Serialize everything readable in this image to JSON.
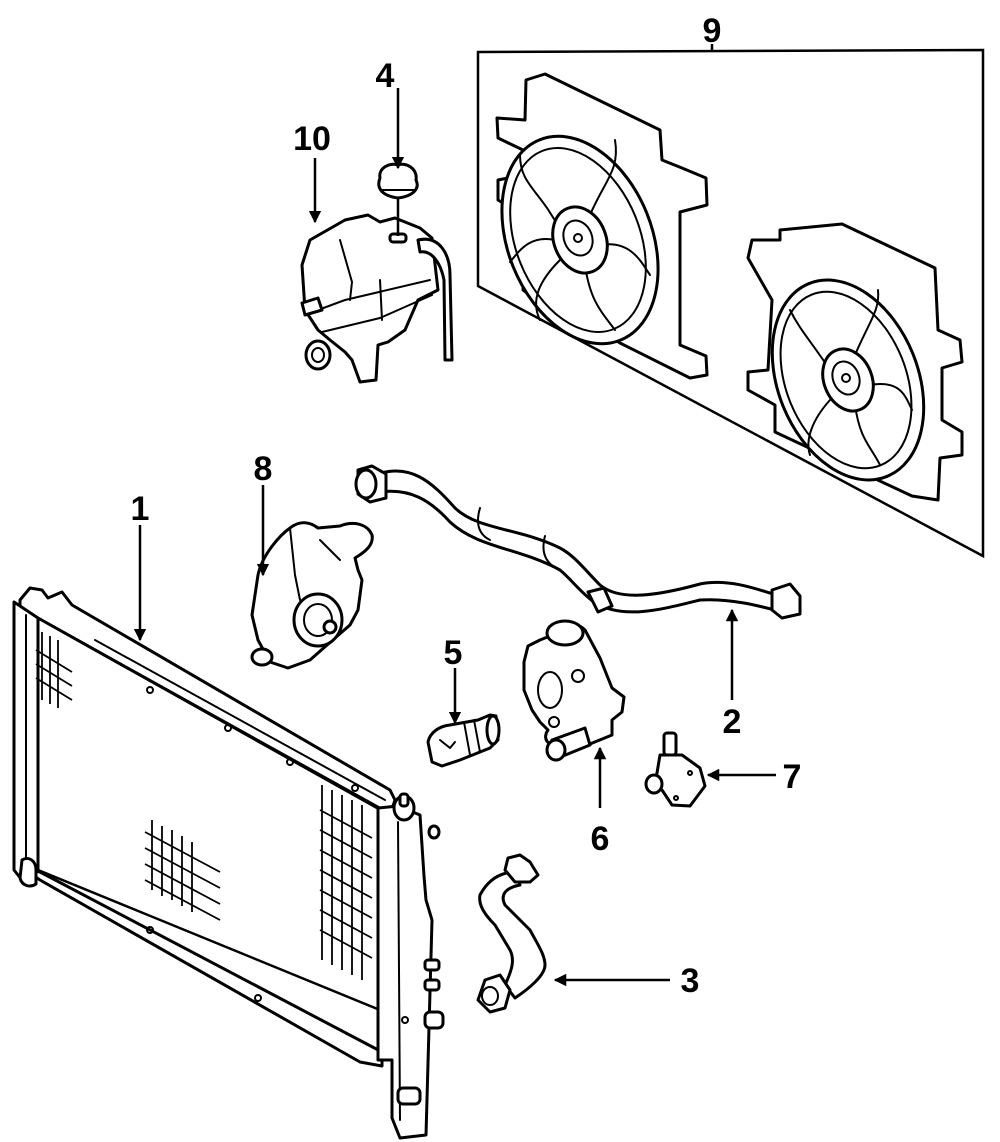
{
  "diagram": {
    "title": "Cooling system exploded parts view",
    "colors": {
      "line": "#000000",
      "background": "#ffffff"
    },
    "callouts": [
      {
        "id": "1",
        "label": "1",
        "part": "radiator"
      },
      {
        "id": "2",
        "label": "2",
        "part": "upper-hose"
      },
      {
        "id": "3",
        "label": "3",
        "part": "lower-hose"
      },
      {
        "id": "4",
        "label": "4",
        "part": "reservoir-cap"
      },
      {
        "id": "5",
        "label": "5",
        "part": "thermostat"
      },
      {
        "id": "6",
        "label": "6",
        "part": "thermostat-housing"
      },
      {
        "id": "7",
        "label": "7",
        "part": "water-outlet"
      },
      {
        "id": "8",
        "label": "8",
        "part": "water-pump"
      },
      {
        "id": "9",
        "label": "9",
        "part": "fan-assembly"
      },
      {
        "id": "10",
        "label": "10",
        "part": "coolant-reservoir"
      }
    ]
  }
}
